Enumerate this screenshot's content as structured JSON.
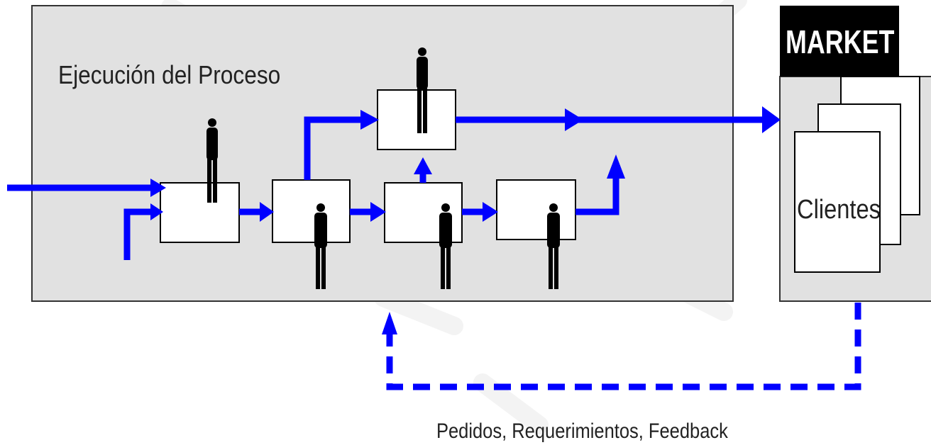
{
  "process": {
    "title": "Ejecución del Proceso"
  },
  "market": {
    "header": "MARKET",
    "clients_label": "Clientes"
  },
  "feedback": {
    "label": "Pedidos, Requerimientos, Feedback"
  },
  "colors": {
    "arrow": "#0000ff",
    "process_bg": "#e1e1e1",
    "market_header_bg": "#000000",
    "person": "#000000"
  }
}
